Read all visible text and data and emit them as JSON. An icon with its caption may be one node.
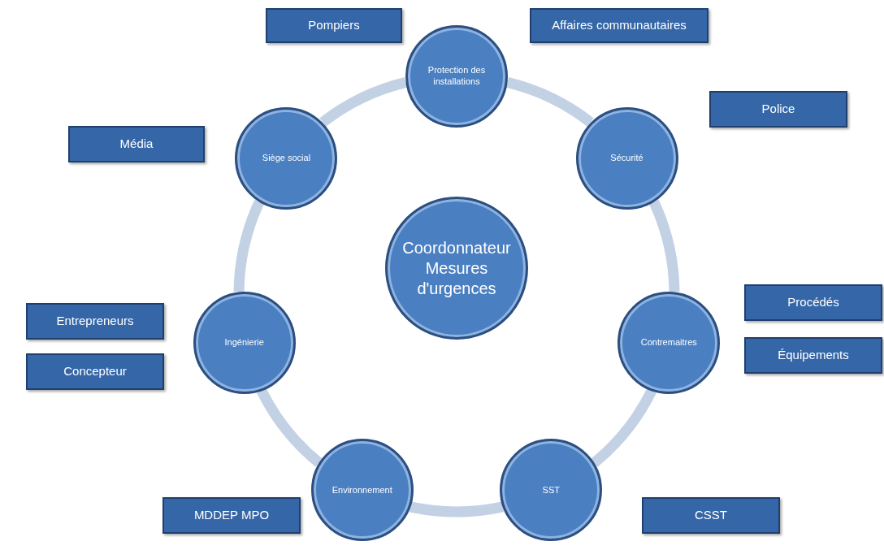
{
  "diagram": {
    "nodes": [
      {
        "text": [
          "Pompiers"
        ]
      },
      {
        "text": [
          "Protection des installations"
        ]
      },
      {
        "text": [
          "Affaires communautaires"
        ]
      },
      {
        "text": [
          "Police"
        ]
      },
      {
        "text": [
          "Média"
        ]
      },
      {
        "text": [
          "Siège social"
        ]
      },
      {
        "text": [
          "Sécurité"
        ]
      },
      {
        "text": [
          "Coordonnateur Mesures d'urgences"
        ]
      },
      {
        "text": [
          "Procédés"
        ]
      },
      {
        "text": [
          "Entrepreneurs"
        ]
      },
      {
        "text": [
          "Ingénierie"
        ]
      },
      {
        "text": [
          "Contremaitres"
        ]
      },
      {
        "text": [
          "Concepteur"
        ]
      },
      {
        "text": [
          "Équipements"
        ]
      },
      {
        "text": [
          "Environnement"
        ]
      },
      {
        "text": [
          "SST"
        ]
      },
      {
        "text": [
          "MDDEP MPO"
        ]
      },
      {
        "text": [
          "CSST"
        ]
      }
    ],
    "edges": [
      {
        "from": 1,
        "to": 6,
        "arrow": "none"
      },
      {
        "from": 6,
        "to": 11,
        "arrow": "none"
      },
      {
        "from": 11,
        "to": 15,
        "arrow": "none"
      },
      {
        "from": 15,
        "to": 14,
        "arrow": "none"
      },
      {
        "from": 14,
        "to": 10,
        "arrow": "none"
      },
      {
        "from": 10,
        "to": 5,
        "arrow": "none"
      },
      {
        "from": 5,
        "to": 1,
        "arrow": "none"
      }
    ]
  }
}
